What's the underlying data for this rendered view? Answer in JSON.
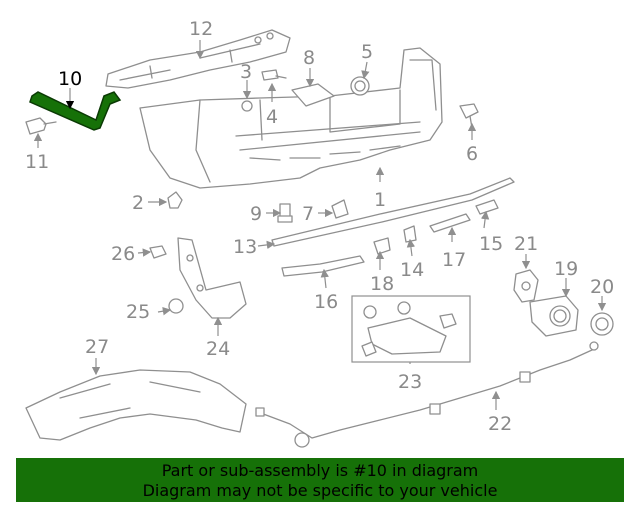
{
  "diagram": {
    "highlighted_part": "10",
    "callouts": [
      "1",
      "2",
      "3",
      "4",
      "5",
      "6",
      "7",
      "8",
      "9",
      "10",
      "11",
      "12",
      "13",
      "14",
      "15",
      "16",
      "17",
      "18",
      "19",
      "20",
      "21",
      "22",
      "23",
      "24",
      "25",
      "26",
      "27"
    ],
    "colors": {
      "highlight": "#167108",
      "line": "#8f8f8f",
      "banner": "#167108"
    }
  },
  "banner": {
    "line1": "Part or sub-assembly is #10 in diagram",
    "line2": "Diagram may not be specific to your vehicle"
  }
}
